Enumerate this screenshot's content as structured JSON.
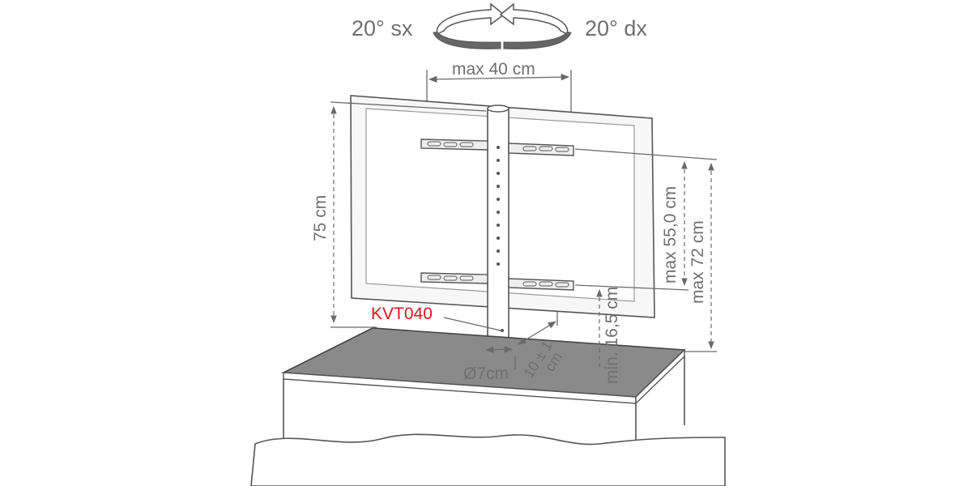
{
  "rotation": {
    "left_label": "20° sx",
    "right_label": "20° dx"
  },
  "dimensions": {
    "bracket_width": "max 40 cm",
    "total_height": "75 cm",
    "bracket_spacing": "max 55,0 cm",
    "max_top_height": "max 72 cm",
    "min_bottom_height": "min. 16,5 cm",
    "column_diameter": "Ø7cm",
    "wall_offset_line1": "10 ± 1",
    "wall_offset_line2": "cm"
  },
  "model": {
    "code": "KVT040",
    "color": "#e0141c"
  }
}
